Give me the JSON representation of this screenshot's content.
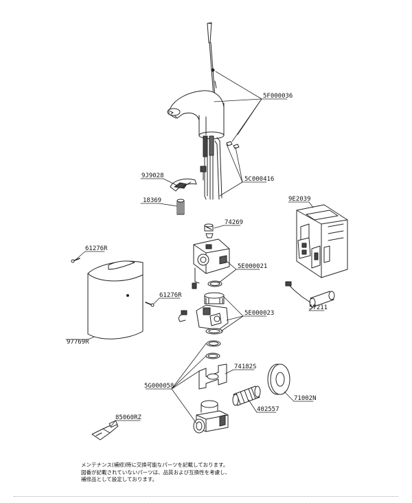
{
  "parts": {
    "p_5F000036": "5F000036",
    "p_5C000416": "5C000416",
    "p_9J9028": "9J9028",
    "p_18369": "18369",
    "p_74269": "74269",
    "p_9E2039": "9E2039",
    "p_61276R_top": "61276R",
    "p_61276R_mid": "61276R",
    "p_5E000021": "5E000021",
    "p_57211": "57211",
    "p_5E000023": "5E000023",
    "p_97769R": "97769R",
    "p_74182S": "74182S",
    "p_5G000058": "5G000058",
    "p_71002N": "71002N",
    "p_402557": "402557",
    "p_85060RZ": "85060RZ"
  },
  "note": {
    "line1": "メンテナンス(補修)時に交換可能なパーツを記載しております。",
    "line2": "図番が記載されていないパーツは、品質および互換性を考慮し、",
    "line3": "補修品として設定しております。"
  }
}
